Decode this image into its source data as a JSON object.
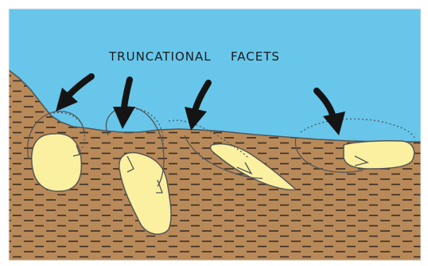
{
  "figure": {
    "title": "TRUNCATIONAL FACETS",
    "title_words": [
      "TRUNCATIONAL",
      "FACETS"
    ]
  },
  "colors": {
    "water": "#67c6ea",
    "sediment": "#b88a5a",
    "sediment_dash": "#3a2d22",
    "clast_fill": "#fbf0a0",
    "outline": "#555555",
    "arrow": "#141414",
    "frame": "#ffffff"
  }
}
